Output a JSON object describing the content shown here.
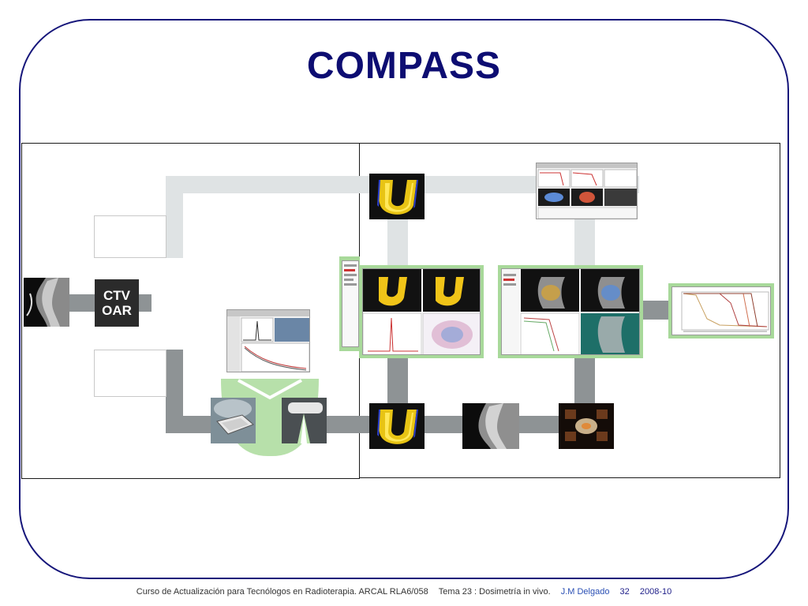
{
  "slide": {
    "title": "COMPASS"
  },
  "diagram": {
    "ctv_box": {
      "line1": "CTV",
      "line2": "OAR"
    }
  },
  "footer": {
    "course": "Curso de Actualización para Tecnólogos en Radioterapia.  ARCAL RLA6/058",
    "topic": "Tema 23 :  Dosimetría in vivo.",
    "author": "J.M Delgado",
    "page": "32",
    "date": "2008-10"
  },
  "colors": {
    "frame_border": "#15157a",
    "title": "#0d0d72",
    "flow_light": "#dfe3e4",
    "flow_dark": "#8e9395",
    "highlight_green": "#a8d99a"
  }
}
